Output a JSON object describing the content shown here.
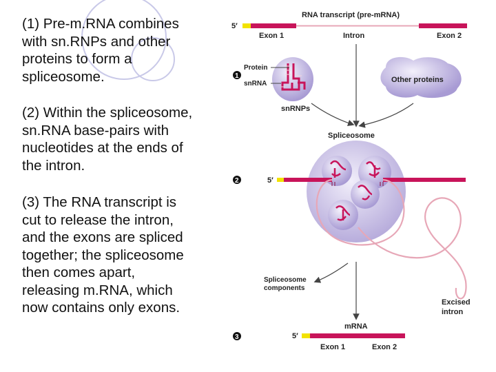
{
  "text": {
    "step1": "(1) Pre-m.RNA combines\nwith sn.RNPs and other\nproteins to form a\nspliceosome.",
    "step2": "(2) Within the spliceosome,\nsn.RNA base-pairs with\nnucleotides at the ends of\nthe intron.",
    "step3": "(3) The RNA transcript is\ncut to release the intron,\nand the exons are spliced\ntogether; the spliceosome\nthen comes apart,\nreleasing m.RNA, which\nnow contains only exons."
  },
  "diagram": {
    "transcript_title": "RNA transcript (pre-mRNA)",
    "five_prime": "5′",
    "exon1": "Exon 1",
    "intron": "Intron",
    "exon2": "Exon 2",
    "protein": "Protein",
    "snrna": "snRNA",
    "snrnps": "snRNPs",
    "other_proteins": "Other proteins",
    "spliceosome": "Spliceosome",
    "spliceosome_components_line1": "Spliceosome",
    "spliceosome_components_line2": "components",
    "excised_line1": "Excised",
    "excised_line2": "intron",
    "mrna": "mRNA",
    "step_numbers": [
      "1",
      "2",
      "3"
    ]
  },
  "colors": {
    "exon": "#c8145a",
    "exon_dark": "#8a0c3c",
    "intron_line": "#e7a7b7",
    "cap": "#f2e200",
    "snrnp_fill": "#cfc6ea",
    "spliceosome_fill": "#d9d3ef",
    "text": "#111111"
  }
}
